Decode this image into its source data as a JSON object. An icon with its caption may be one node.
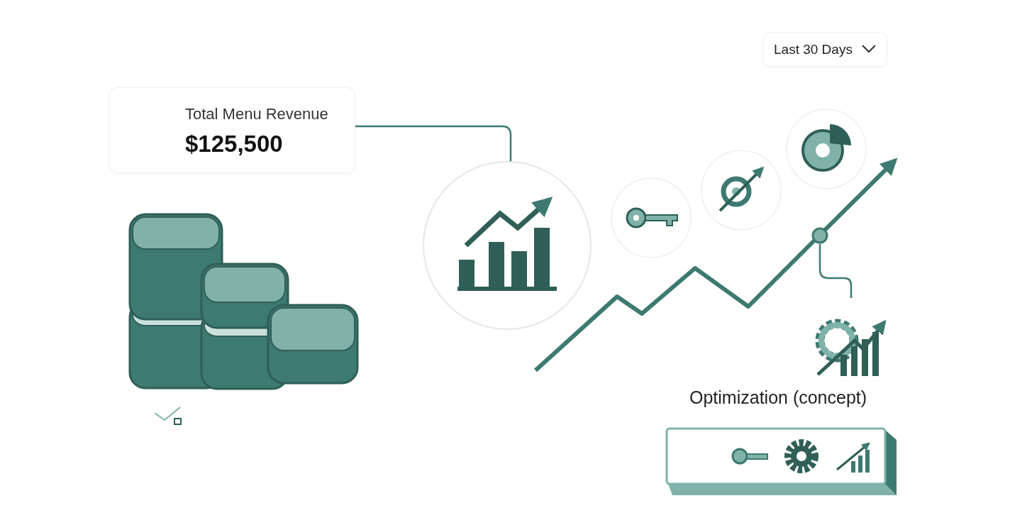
{
  "diagram": {
    "nodes": [
      {
        "text": [
          "Total Menu Revenue",
          "$125,500"
        ]
      },
      {
        "text": [],
        "shape": "circle"
      },
      {
        "text": [],
        "shape": "circle"
      },
      {
        "text": [
          "Optimization (concept)"
        ]
      }
    ],
    "edges": [
      {
        "from": 0,
        "to": 1,
        "arrow": "none"
      },
      {
        "from": 2,
        "to": 3,
        "arrow": "none"
      }
    ],
    "labels": [
      "Last 30 Days"
    ]
  }
}
